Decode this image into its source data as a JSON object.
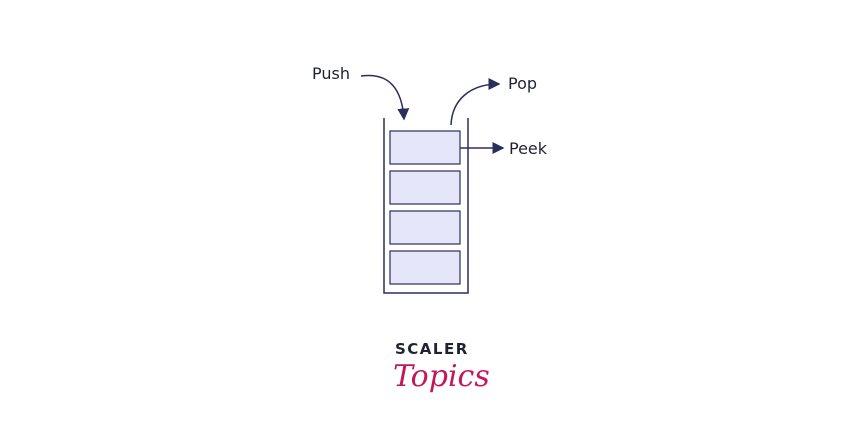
{
  "diagram": {
    "labels": {
      "push": "Push",
      "pop": "Pop",
      "peek": "Peek"
    },
    "stack_item_count": 4,
    "colors": {
      "ink": "#2b2d5c",
      "item_fill": "#e6e6fb",
      "text": "#1f2233"
    }
  },
  "brand": {
    "top": "SCALER",
    "bottom": "Topics",
    "top_color": "#1f2233",
    "bottom_color": "#c2185b"
  }
}
